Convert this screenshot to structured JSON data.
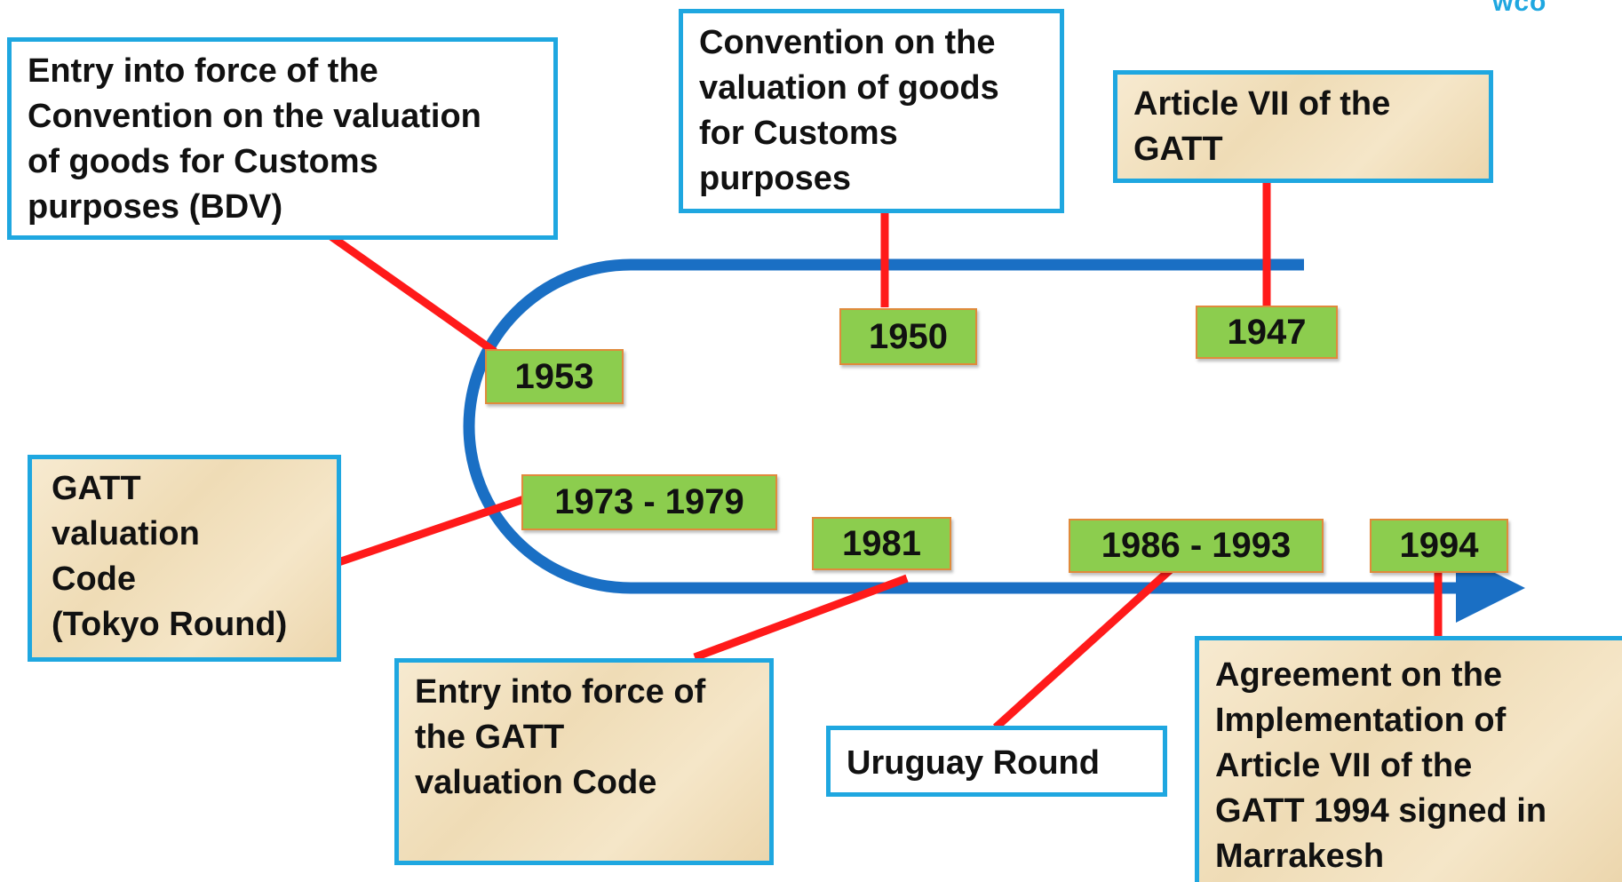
{
  "logo_text": "wco",
  "colors": {
    "timeline": "#1a6fc4",
    "connector": "#ff1a1a",
    "box_border": "#1fa7e0",
    "year_fill": "#8ccd4e",
    "year_border": "#e08a3c"
  },
  "years": {
    "y1953": "1953",
    "y1950": "1950",
    "y1947": "1947",
    "y1973": "1973 - 1979",
    "y1981": "1981",
    "y1986": "1986 - 1993",
    "y1994": "1994"
  },
  "events": {
    "bdv_entry": "Entry into force of the\nConvention on the valuation\nof goods for Customs\npurposes (BDV)",
    "convention": "Convention on the\nvaluation of goods\nfor Customs\npurposes",
    "article_vii": "Article VII of the\nGATT",
    "gatt_code": "GATT\nvaluation\nCode\n(Tokyo Round)",
    "gatt_code_entry": "Entry into force of\nthe GATT\nvaluation Code",
    "uruguay": "Uruguay Round",
    "agreement": "Agreement on the\nImplementation of\nArticle VII of the\nGATT 1994 signed in\nMarrakesh"
  }
}
